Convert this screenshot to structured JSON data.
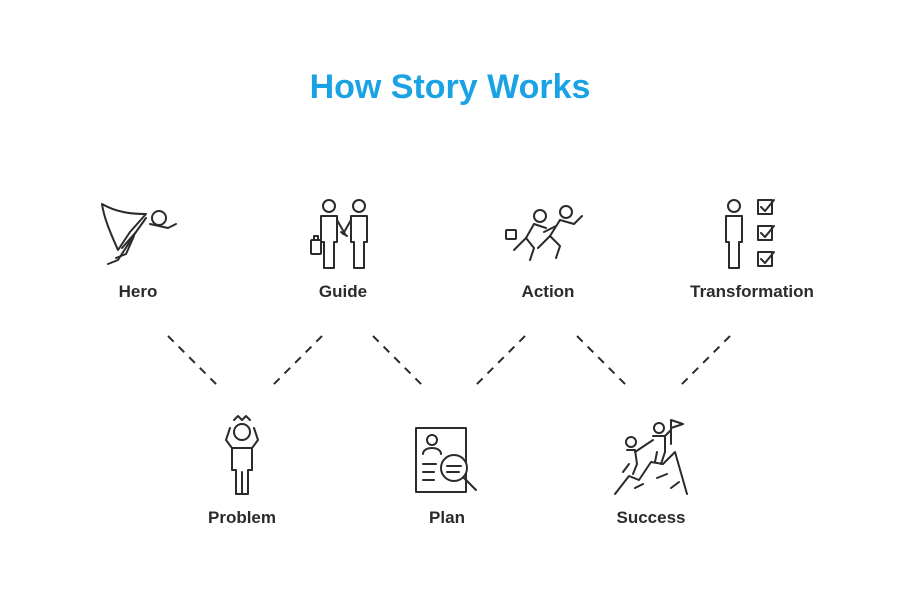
{
  "title": "How Story Works",
  "colors": {
    "accent": "#1aa3e4",
    "text": "#2b2b2b",
    "line": "#2b2b2b"
  },
  "steps": [
    {
      "label": "Hero",
      "icon": "flying-hero-icon"
    },
    {
      "label": "Problem",
      "icon": "stressed-person-icon"
    },
    {
      "label": "Guide",
      "icon": "handshake-icon"
    },
    {
      "label": "Plan",
      "icon": "document-search-icon"
    },
    {
      "label": "Action",
      "icon": "running-businessmen-icon"
    },
    {
      "label": "Success",
      "icon": "mountain-summit-icon"
    },
    {
      "label": "Transformation",
      "icon": "person-checklist-icon"
    }
  ]
}
